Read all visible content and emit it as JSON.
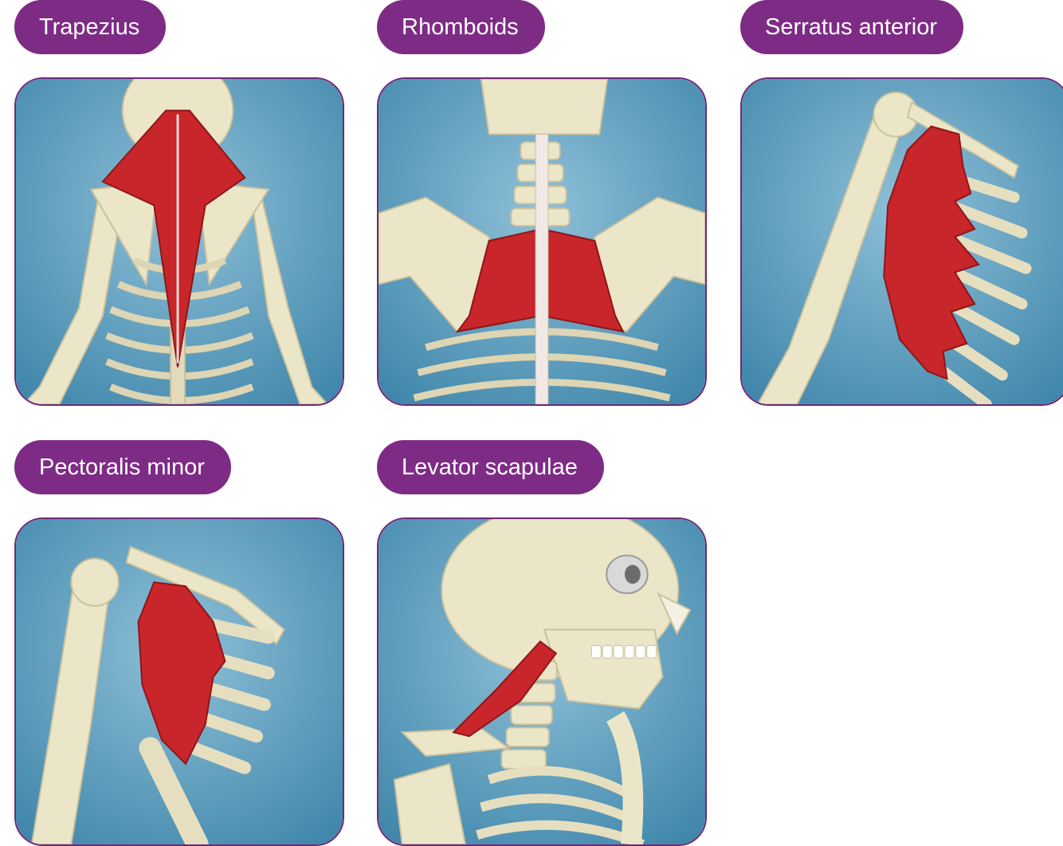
{
  "cards": [
    {
      "label": "Trapezius"
    },
    {
      "label": "Rhomboids"
    },
    {
      "label": "Serratus anterior"
    },
    {
      "label": "Pectoralis minor"
    },
    {
      "label": "Levator scapulae"
    }
  ],
  "colors": {
    "pill": "#7e2b86",
    "muscle": "#c8262a",
    "bone": "#ece6c8",
    "background": "#4f93b5"
  }
}
